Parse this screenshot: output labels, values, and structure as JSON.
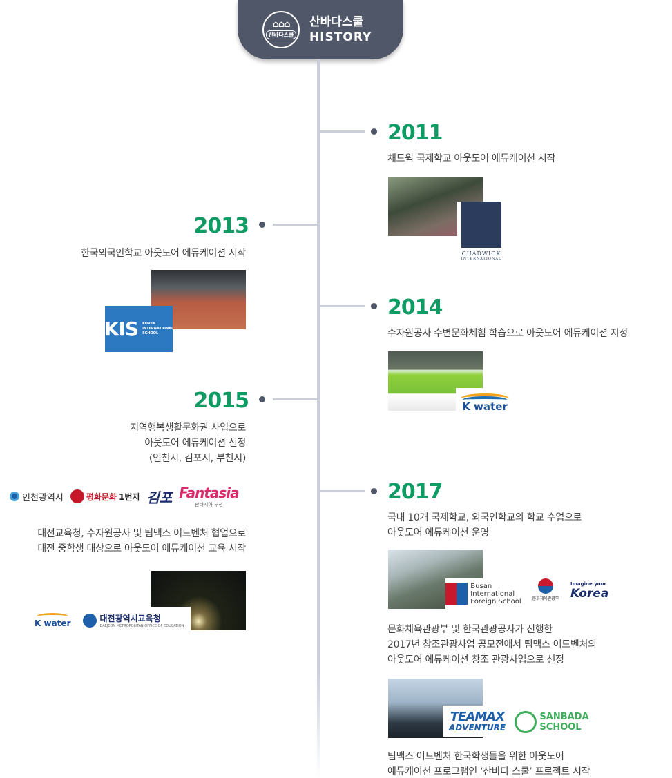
{
  "header": {
    "logo_houses": "⌂⌂⌂",
    "logo_name": "산바다스쿨",
    "title_kr": "산바다스쿨",
    "title_en": "HISTORY"
  },
  "timeline": {
    "y2011": {
      "year": "2011",
      "desc": "채드윅 국제학교 아웃도어 에듀케이션 시작",
      "logo_t1": "CHADWICK",
      "logo_t2": "INTERNATIONAL"
    },
    "y2013": {
      "year": "2013",
      "desc": "한국외국인학교 아웃도어 에듀케이션 시작",
      "logo_big": "KIS",
      "logo_small": "KOREA\nINTERNATIONAL\nSCHOOL"
    },
    "y2014": {
      "year": "2014",
      "desc": "수자원공사 수변문화체험 학습으로 아웃도어 에듀케이션 지정",
      "logo_txt": "K water"
    },
    "y2015": {
      "year": "2015",
      "desc_l1": "지역행복생활문화권 사업으로",
      "desc_l2": "아웃도어 에듀케이션 선정",
      "desc_l3": "(인천시, 김포시, 부천시)",
      "incheon": "인천광역시",
      "pyeong": "평화문화",
      "pyeong_no": "1번지",
      "gimpo": "김포",
      "fanta": "Fantasia",
      "fanta_sub": "판타지아 부천",
      "desc2_l1": "대전교육청, 수자원공사 및 팀맥스 어드벤처 협업으로",
      "desc2_l2": "대전 중학생 대상으로 아웃도어 에듀케이션 교육 시작",
      "kwater": "K water",
      "daejeon": "대전광역시교육청",
      "daejeon_sub": "DAEJEON METROPOLITAN OFFICE OF EDUCATION"
    },
    "y2017": {
      "year": "2017",
      "desc_l1": "국내 10개 국제학교, 외국인학교의 학교 수업으로",
      "desc_l2": "아웃도어 에듀케이션 운영",
      "busan": "Busan\nInternational\nForeign School",
      "mcst": "문화체육관광부",
      "ikorea_s": "Imagine your",
      "ikorea_k": "Korea",
      "desc2_l1": "문화체육관광부 및 한국관광공사가 진행한",
      "desc2_l2": "2017년 창조관광사업 공모전에서 팀맥스 어드벤처의",
      "desc2_l3": "아웃도어 에듀케이션 창조 관광사업으로 선정",
      "teamax_a": "TEAMAX",
      "teamax_b": "ADVENTURE",
      "sanbada_a": "SANBADA",
      "sanbada_b": "SCHOOL",
      "desc3_l1": "팀맥스 어드벤처 한국학생들을 위한 아웃도어",
      "desc3_l2": "에듀케이션 프로그램인 ‘산바다 스쿨’ 프로젝트 시작"
    }
  }
}
